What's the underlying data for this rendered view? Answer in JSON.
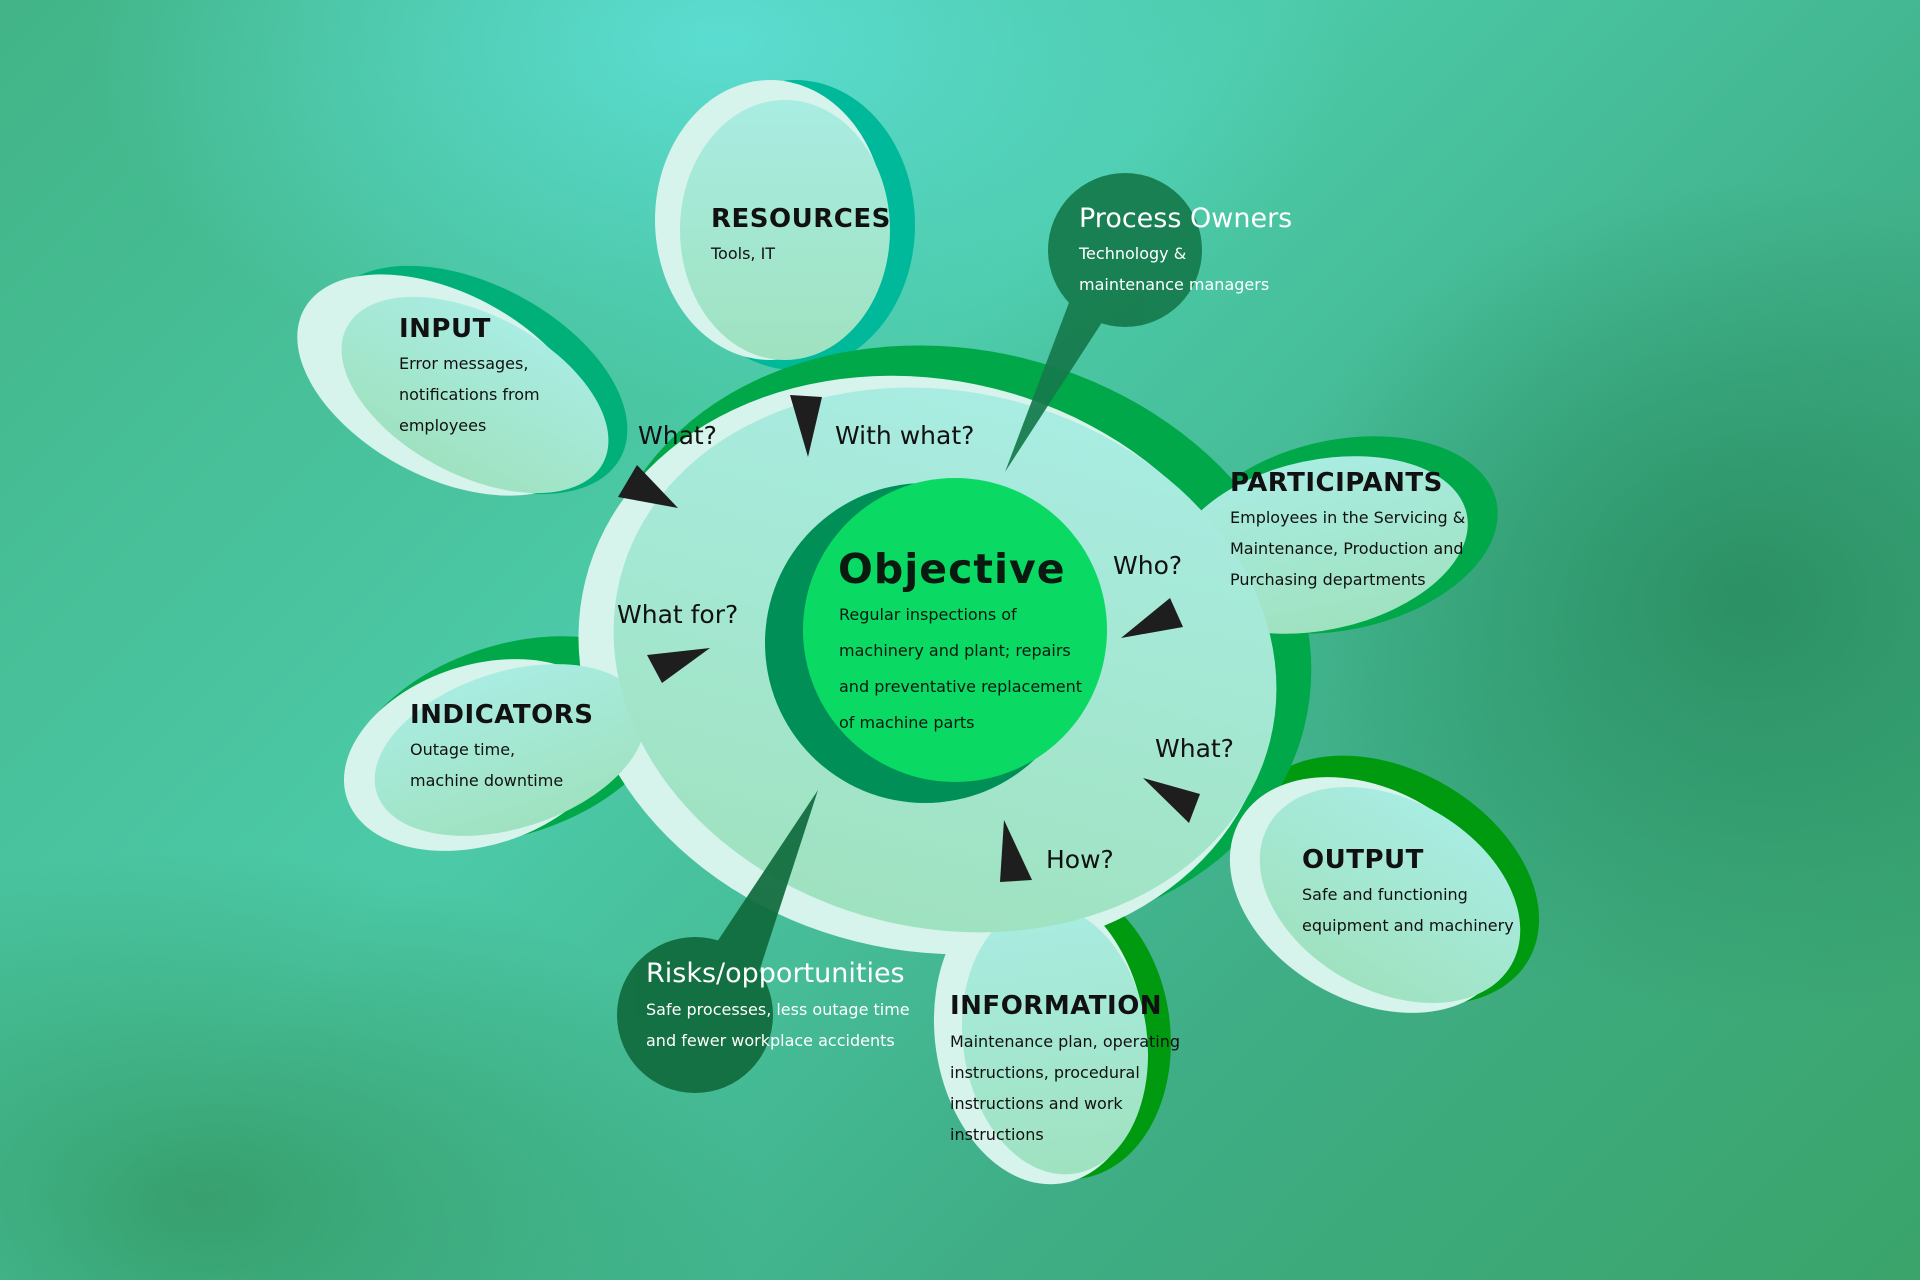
{
  "colors": {
    "petal_fill": "#a5e6d0",
    "petal_highlight": "#dcf5ee",
    "shadow_green": "#00a84a",
    "shadow_teal": "#00b89a",
    "objective_outer": "#008f57",
    "objective_inner": "#0ad964",
    "objective_rim": "#8cff9a",
    "bubble": "#157a4c",
    "arrow": "#1e1e1e"
  },
  "objective": {
    "title": "Objective",
    "description": "Regular inspections of\nmachinery and plant; repairs\nand preventative replacement\nof machine parts"
  },
  "petals": {
    "resources": {
      "title": "RESOURCES",
      "description": "Tools, IT"
    },
    "input": {
      "title": "INPUT",
      "description": "Error messages,\nnotifications from\nemployees"
    },
    "participants": {
      "title": "PARTICIPANTS",
      "description": "Employees in the Servicing &\nMaintenance, Production and\nPurchasing departments"
    },
    "indicators": {
      "title": "INDICATORS",
      "description": "Outage time,\nmachine downtime"
    },
    "output": {
      "title": "OUTPUT",
      "description": "Safe and functioning\nequipment and machinery"
    },
    "information": {
      "title": "INFORMATION",
      "description": "Maintenance plan, operating\ninstructions, procedural\n instructions and work\ninstructions"
    }
  },
  "bubbles": {
    "process_owners": {
      "title": "Process Owners",
      "description": "Technology &\nmaintenance managers"
    },
    "risks": {
      "title": "Risks/opportunities",
      "description": "Safe processes, less outage time\nand fewer workplace accidents"
    }
  },
  "questions": {
    "what_input": "What?",
    "with_what": "With what?",
    "who": "Who?",
    "what_for": "What for?",
    "what_output": "What?",
    "how": "How?"
  }
}
